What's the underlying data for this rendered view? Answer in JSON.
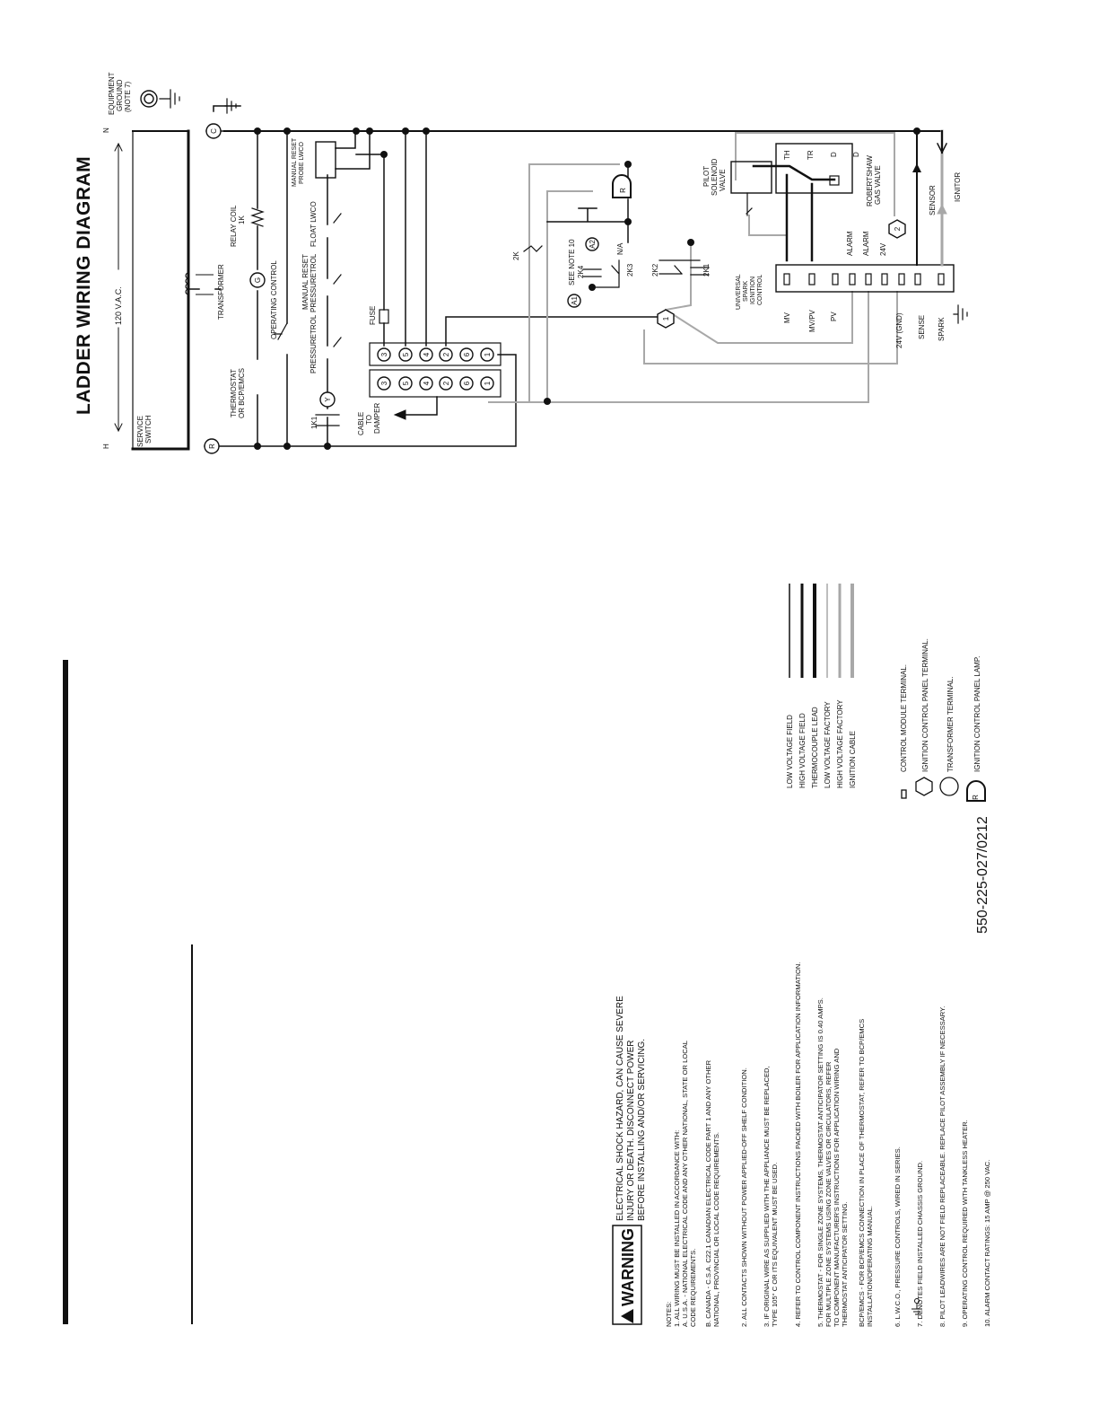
{
  "title": "LADDER WIRING DIAGRAM",
  "part_number": "550-225-027/0212",
  "power": {
    "voltage": "120 V.A.C.",
    "hot": "H",
    "neutral": "N",
    "service_switch": [
      "SERVICE",
      "SWITCH"
    ],
    "equipment_ground": [
      "EQUIPMENT",
      "GROUND",
      "(NOTE 7)"
    ]
  },
  "components": {
    "transformer": "TRANSFORMER",
    "relay_coil": [
      "RELAY COIL",
      "1K"
    ],
    "thermostat": [
      "THERMOSTAT",
      "OR BCP/EMCS"
    ],
    "operating_control": "OPERATING CONTROL",
    "manual_reset_pressuretrol": [
      "MANUAL RESET",
      "PRESSURETROL"
    ],
    "pressuretrol": "PRESSURETROL",
    "float_lwco": "FLOAT LWCO",
    "manual_reset_probe_lwco": [
      "MANUAL RESET",
      "PROBE LWCO"
    ],
    "relay_contact": "1K1",
    "fuse": "FUSE",
    "cable_to_damper": [
      "CABLE",
      "TO",
      "DAMPER"
    ],
    "see_note": "SEE NOTE 10",
    "alarm_contacts": [
      "2K4",
      "2K3",
      "N/A",
      "2K2",
      "2K1",
      "2K"
    ],
    "pilot_solenoid_valve": [
      "PILOT",
      "SOLENOID",
      "VALVE"
    ],
    "gas_valve": [
      "ROBERTSHAW",
      "GAS VALVE"
    ],
    "gas_valve_terminals": [
      "TH",
      "TR",
      "D",
      "D"
    ],
    "ignition_control": [
      "UNIVERSAL",
      "SPARK",
      "IGNITION",
      "CONTROL"
    ],
    "ignition_terminals": [
      "MV",
      "MV/PV",
      "PV",
      "ALARM",
      "ALARM",
      "24V",
      "24V (GND)",
      "SENSE",
      "SPARK"
    ],
    "sensor": "SENSOR",
    "ignitor": "IGNITOR",
    "terminal_labels": [
      "C",
      "R",
      "G",
      "Y",
      "R",
      "1",
      "2",
      "A1",
      "A2"
    ],
    "terminal_strip_1": [
      "3",
      "5",
      "4",
      "2",
      "6",
      "1"
    ],
    "terminal_strip_2": [
      "3",
      "5",
      "4",
      "2",
      "6",
      "1"
    ]
  },
  "legend": {
    "wire_types": [
      {
        "label": "LOW VOLTAGE FIELD",
        "color": "#111111"
      },
      {
        "label": "HIGH VOLTAGE FIELD",
        "color": "#111111"
      },
      {
        "label": "THERMOCOUPLE LEAD",
        "color": "#111111"
      },
      {
        "label": "LOW VOLTAGE FACTORY",
        "color": "#a8a8a8"
      },
      {
        "label": "HIGH VOLTAGE FACTORY",
        "color": "#a8a8a8"
      },
      {
        "label": "IGNITION CABLE",
        "color": "#a8a8a8"
      }
    ],
    "symbols": [
      {
        "icon": "rectangle-icon",
        "label": "CONTROL MODULE TERMINAL."
      },
      {
        "icon": "hexagon-icon",
        "label": "IGNITION CONTROL PANEL TERMINAL."
      },
      {
        "icon": "circle-icon",
        "label": "TRANSFORMER TERMINAL."
      },
      {
        "icon": "lamp-icon",
        "label": "IGNITION CONTROL PANEL LAMP."
      }
    ]
  },
  "warning": {
    "badge": "WARNING",
    "lines": [
      "ELECTRICAL SHOCK HAZARD, CAN CAUSE SEVERE",
      "INJURY OR DEATH. DISCONNECT POWER",
      "BEFORE INSTALLING AND/OR SERVICING."
    ]
  },
  "notes": {
    "heading": "NOTES:",
    "items": [
      [
        "1.  ALL WIRING MUST BE INSTALLED IN ACCORDANCE WITH:",
        "     A.  U.S.A. - NATIONAL ELECTRICAL CODE AND ANY OTHER NATIONAL, STATE OR LOCAL",
        "           CODE REQUIREMENTS.",
        "     B.  CANADA - C.S.A. C22.1 CANADIAN ELECTRICAL CODE PART 1 AND ANY OTHER",
        "           NATIONAL, PROVINCIAL OR LOCAL CODE REQUIREMENTS."
      ],
      [
        "2.  ALL CONTACTS SHOWN WITHOUT POWER APPLIED-OFF SHELF CONDITION."
      ],
      [
        "3.  IF ORIGINAL WIRE AS SUPPLIED WITH THE APPLIANCE MUST BE REPLACED,",
        "     TYPE 105° C OR ITS EQUIVALENT MUST BE USED."
      ],
      [
        "4.  REFER TO CONTROL COMPONENT INSTRUCTIONS PACKED WITH BOILER FOR APPLICATION INFORMATION."
      ],
      [
        "5.  THERMOSTAT   - FOR SINGLE ZONE SYSTEMS, THERMOSTAT ANTICIPATOR SETTING IS 0.40 AMPS.",
        "                              FOR MULTIPLE ZONE SYSTEMS USING ZONE VALVES OR CIRCULATORS, REFER",
        "                                 TO COMPONENT MANUFACTURER'S INSTRUCTIONS FOR APPLICATION WIRING AND",
        "                                 THERMOSTAT ANTICIPATOR SETTING.",
        "            BCP/EMCS   - FOR BCP/EMCS CONNECTION IN PLACE OF THERMOSTAT, REFER TO BCP/EMCS",
        "                                 INSTALLATION/OPERATING MANUAL."
      ],
      [
        "6.  L.W.C.O., PRESSURE CONTROLS, WIRED IN SERIES."
      ],
      [
        "7.        DENOTES FIELD INSTALLED CHASSIS GROUND."
      ],
      [
        "8.  PILOT LEADWIRES ARE NOT FIELD REPLACEABLE.  REPLACE PILOT ASSEMBLY IF NECESSARY."
      ],
      [
        "9.  OPERATING CONTROL REQUIRED WITH TANKLESS HEATER."
      ],
      [
        "10. ALARM CONTACT RATINGS:  15 AMP @ 250 VAC."
      ]
    ]
  }
}
